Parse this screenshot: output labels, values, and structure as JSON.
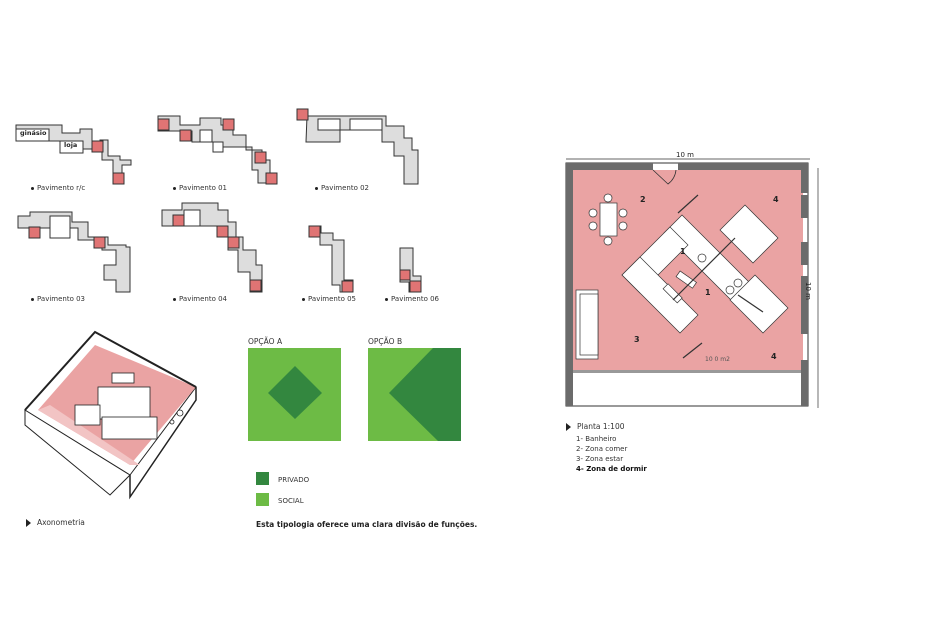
{
  "floors": {
    "labels": [
      "Pavimento  r/c",
      "Pavimento  01",
      "Pavimento  02",
      "Pavimento  03",
      "Pavimento  04",
      "Pavimento  05",
      "Pavimento  06"
    ],
    "rc_tags": {
      "gym": "ginásio",
      "shop": "loja"
    }
  },
  "axonometry": {
    "label": "Axonometria"
  },
  "options": {
    "a_label": "OPÇÃO A",
    "b_label": "OPÇÃO B",
    "legend": [
      {
        "label": "PRIVADO",
        "color": "#33873f"
      },
      {
        "label": "SOCIAL",
        "color": "#6dbb45"
      }
    ],
    "note": "Esta tipologia oferece uma clara divisão de funções."
  },
  "plan": {
    "width_dim": "10 m",
    "height_dim": "10 m",
    "area": "10 0  m2",
    "zones": {
      "bath": "1",
      "eat": "2",
      "live": "3",
      "sleep": "4"
    },
    "title": "Planta 1:100",
    "legend": [
      "1- Banheiro",
      "2- Zona comer",
      "3- Zona estar",
      "4- Zona de dormir"
    ],
    "colors": {
      "floor": "#eaa3a3",
      "wall": "#6b6b6b",
      "pink_room": "#e07474"
    }
  }
}
